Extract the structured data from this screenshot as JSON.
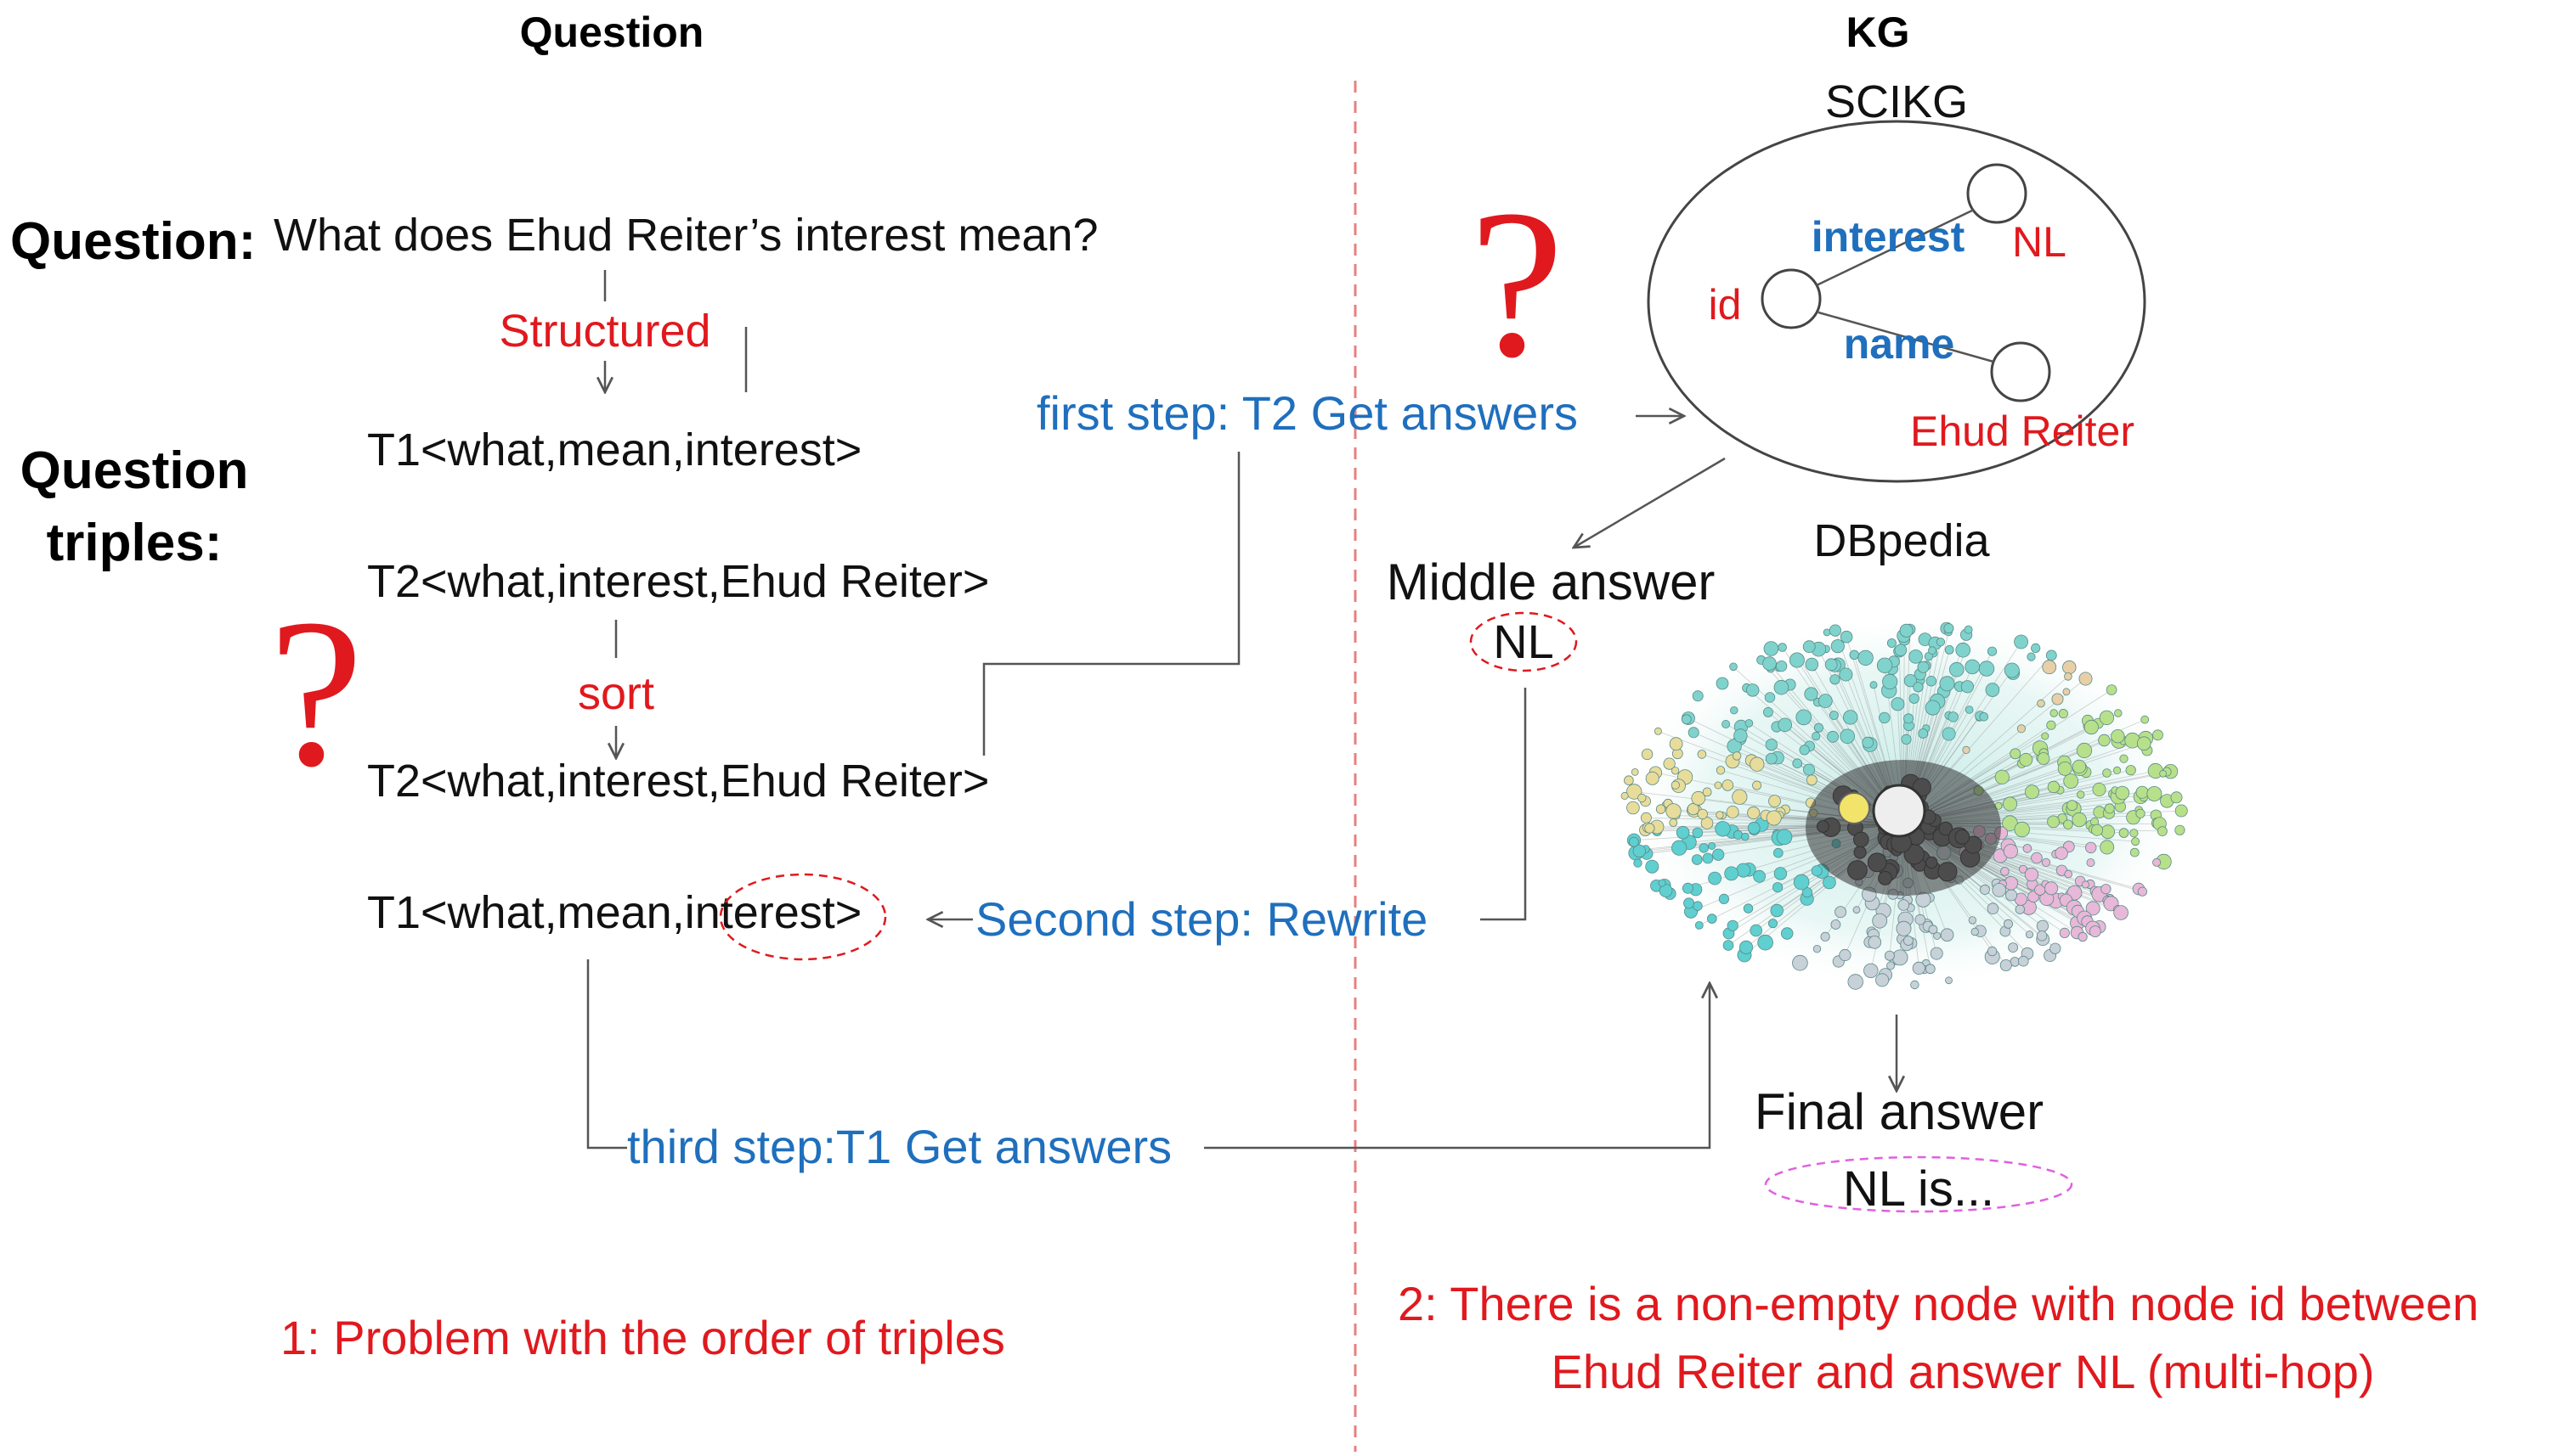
{
  "headers": {
    "question": "Question",
    "kg": "KG"
  },
  "kg_labels": {
    "scikg": "SCIKG",
    "dbpedia": "DBpedia"
  },
  "left": {
    "question_label": "Question:",
    "question_text": "What does Ehud Reiter’s interest mean?",
    "triples_label_line1": "Question",
    "triples_label_line2": "triples:",
    "structured": "Structured",
    "t1_first": "T1<what,mean,interest>",
    "t2_first": "T2<what,interest,Ehud Reiter>",
    "sort": "sort",
    "t2_second": "T2<what,interest,Ehud Reiter>",
    "t1_second": "T1<what,mean,interest>",
    "question_mark": "?"
  },
  "steps": {
    "first": "first step:  T2 Get answers",
    "second": "Second step:  Rewrite",
    "third": "third step:T1 Get answers"
  },
  "scikg_graph": {
    "interest": "interest",
    "nl": "NL",
    "id": "id",
    "name": "name",
    "ehud_reiter": "Ehud Reiter",
    "question_mark": "?"
  },
  "answers": {
    "middle_answer": "Middle answer",
    "middle_nl": "NL",
    "final_answer": "Final answer",
    "final_nl": "NL is..."
  },
  "problems": {
    "p1": "1: Problem with the order of triples",
    "p2_line1": "2: There is a non-empty node with node id between",
    "p2_line2": "Ehud Reiter and answer NL (multi-hop)"
  },
  "colors": {
    "blue": "#1f6fbd",
    "red": "#e0191e",
    "divider": "#e88080",
    "ellipse_pink": "#e060e0"
  }
}
